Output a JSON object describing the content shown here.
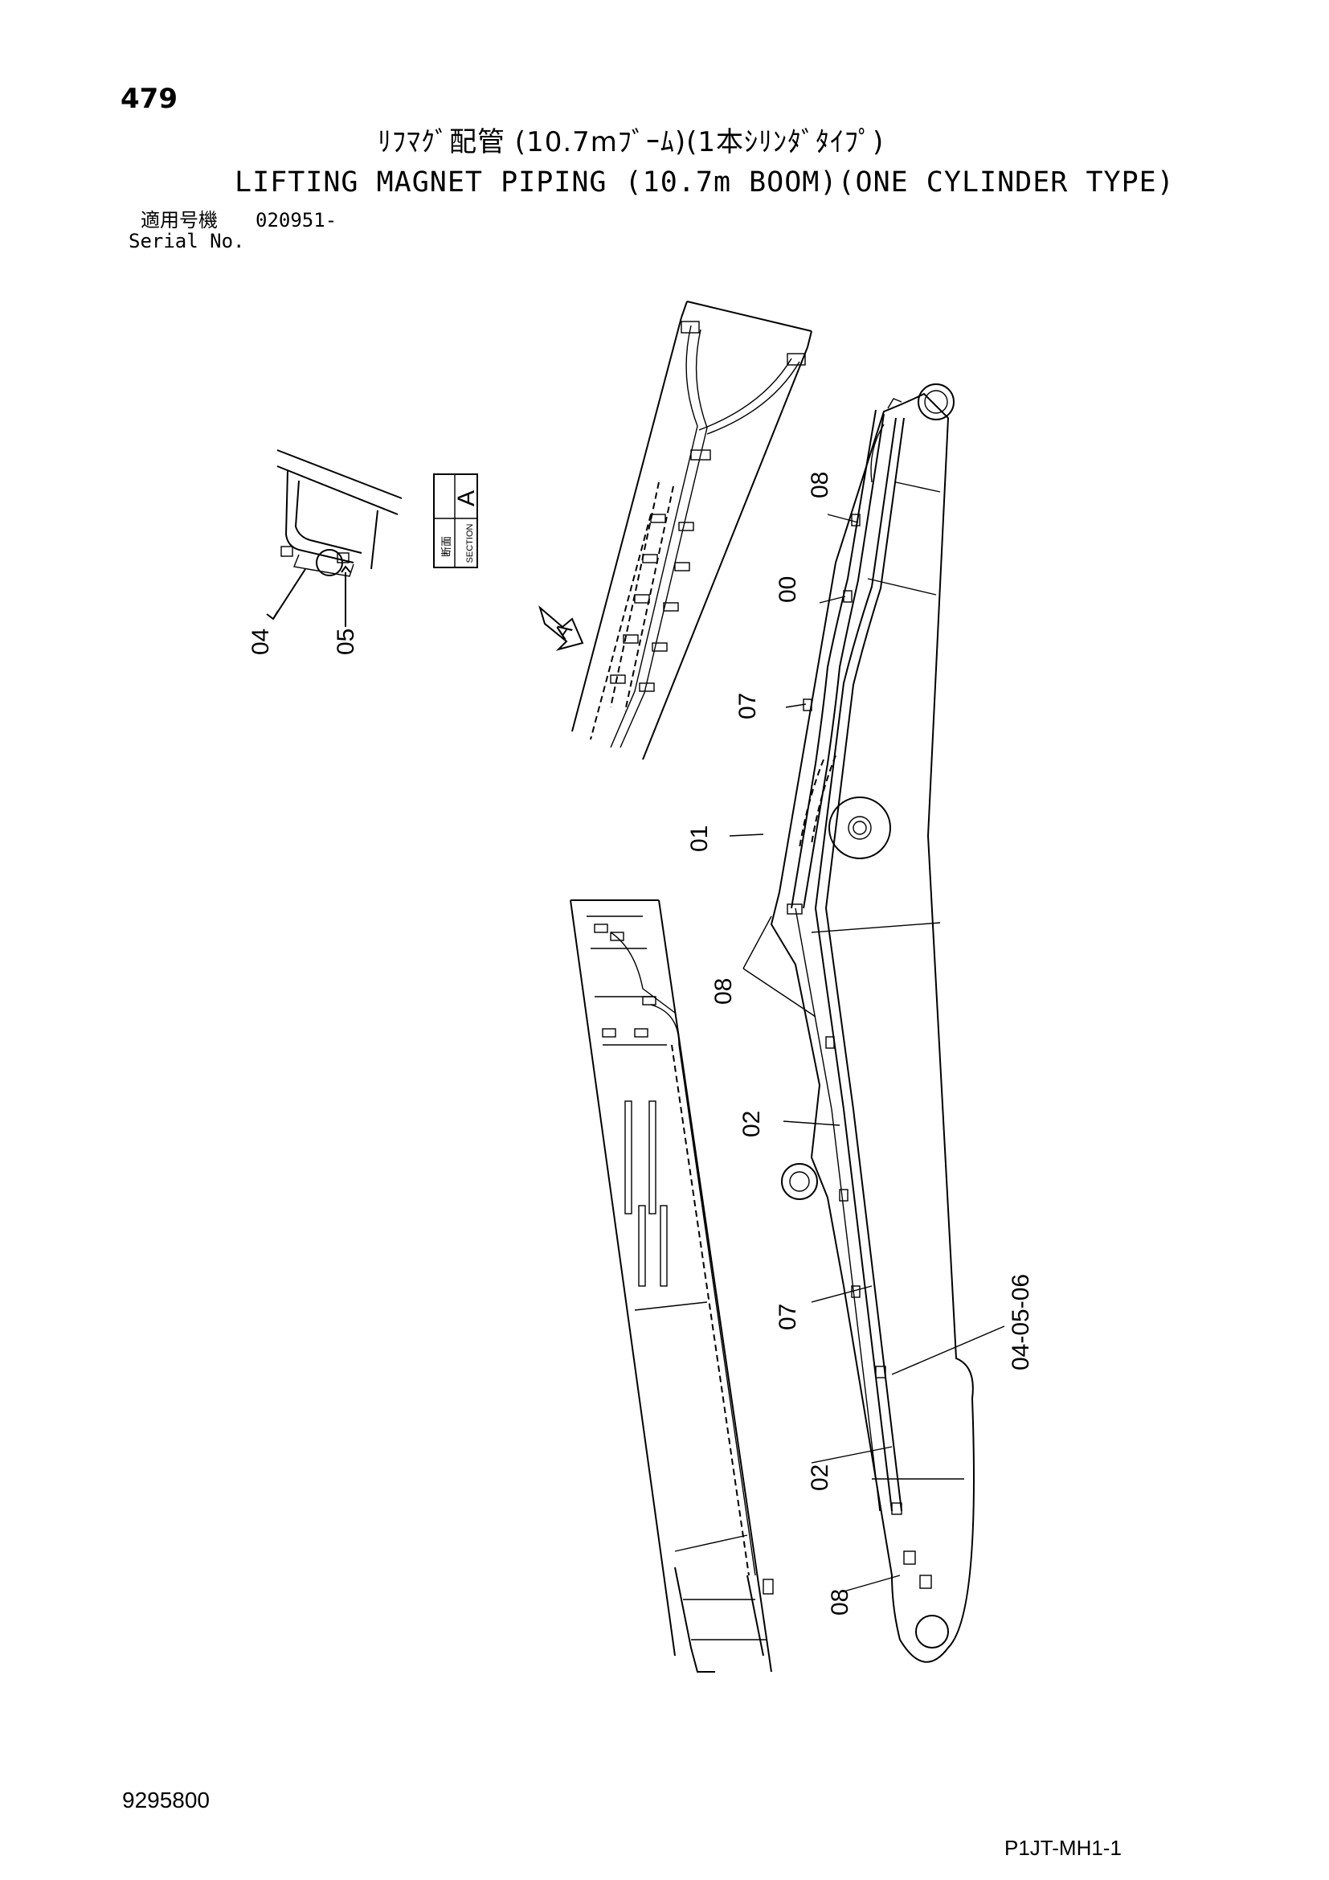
{
  "header": {
    "page_number": "479",
    "title_jp": "ﾘﾌﾏｸﾞ配管 (10.7mﾌﾞｰﾑ)(1本ｼﾘﾝﾀﾞﾀｲﾌﾟ)",
    "title_en": "LIFTING MAGNET PIPING (10.7m BOOM)(ONE CYLINDER TYPE)",
    "serial_label_jp": "適用号機",
    "serial_value": "020951-",
    "serial_label_en": "Serial No."
  },
  "section_box": {
    "letter": "A",
    "label_jp": "断面",
    "label_en": "SECTION"
  },
  "view_marker": {
    "letter": "A"
  },
  "callouts": {
    "section_04": "04",
    "section_05": "05",
    "c08_top": "08",
    "c00": "00",
    "c07_upper": "07",
    "c01": "01",
    "c08_mid": "08",
    "c02_upper": "02",
    "c07_lower": "07",
    "c040506": "04-05-06",
    "c02_lower": "02",
    "c08_bottom": "08"
  },
  "footer": {
    "doc_number": "9295800",
    "page_code": "P1JT-MH1-1"
  }
}
